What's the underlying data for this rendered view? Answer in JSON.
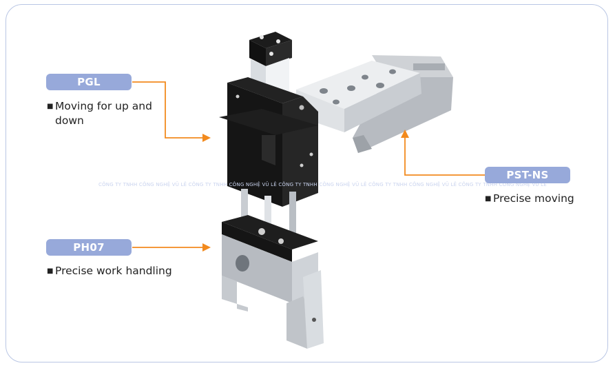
{
  "labels": {
    "pgl": {
      "title": "PGL",
      "bullet": "Moving for up and",
      "bullet_cont": "down"
    },
    "ph07": {
      "title": "PH07",
      "bullet": "Precise work handling"
    },
    "pstns": {
      "title": "PST-NS",
      "bullet": "Precise moving"
    }
  },
  "watermark": "CÔNG TY TNHH CÔNG NGHỆ VŨ LÊ CÔNG TY TNHH CÔNG NGHỆ VŨ LÊ CÔNG TY TNHH CÔNG NGHỆ VŨ LÊ CÔNG TY TNHH CÔNG NGHỆ VŨ LÊ CÔNG TY TNHH CÔNG NGHỆ VŨ LÊ",
  "colors": {
    "pill": "#97a9da",
    "arrow": "#f28a1e",
    "frame": "#b9c6e4"
  },
  "bullet_glyph": "■"
}
